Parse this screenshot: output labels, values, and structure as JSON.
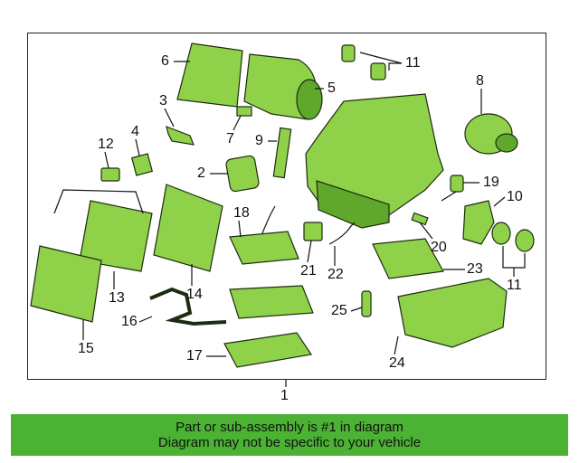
{
  "callouts": {
    "c1": "1",
    "c2": "2",
    "c3": "3",
    "c4": "4",
    "c5": "5",
    "c6": "6",
    "c7": "7",
    "c8": "8",
    "c9": "9",
    "c10": "10",
    "c11a": "11",
    "c11b": "11",
    "c12": "12",
    "c13": "13",
    "c14": "14",
    "c15": "15",
    "c16": "16",
    "c17": "17",
    "c18": "18",
    "c19": "19",
    "c20": "20",
    "c21": "21",
    "c22": "22",
    "c23": "23",
    "c24": "24",
    "c25": "25"
  },
  "banner": {
    "line1": "Part or sub-assembly is #1 in diagram",
    "line2": "Diagram may not be specific to your vehicle"
  },
  "colors": {
    "part": "#8fd24a",
    "part_dark": "#5fa82c",
    "banner": "#4bb234"
  }
}
